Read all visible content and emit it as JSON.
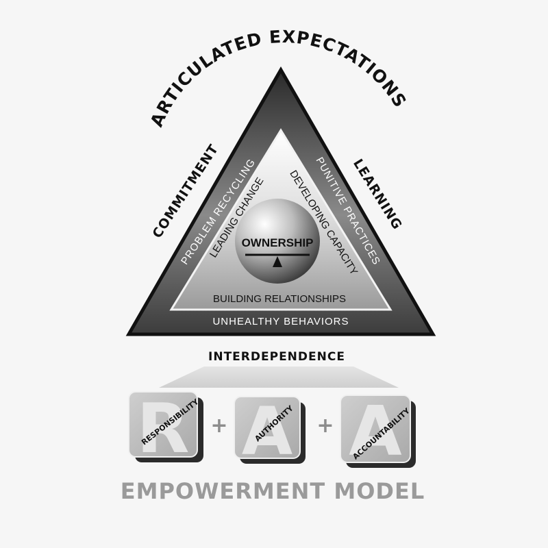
{
  "diagram": {
    "top_arc_label": "ARTICULATED EXPECTATIONS",
    "left_side_label": "COMMITMENT",
    "right_side_label": "LEARNING",
    "outer_band": {
      "left": "PROBLEM RECYCLING",
      "right": "PUNITIVE PRACTICES",
      "bottom": "UNHEALTHY BEHAVIORS"
    },
    "inner_band": {
      "left": "LEADING CHANGE",
      "right": "DEVELOPING CAPACITY",
      "bottom": "BUILDING RELATIONSHIPS"
    },
    "center_label": "OWNERSHIP",
    "interdependence_label": "INTERDEPENDENCE",
    "blocks": [
      {
        "letter": "R",
        "label": "RESPONSIBILITY"
      },
      {
        "letter": "A",
        "label": "AUTHORITY"
      },
      {
        "letter": "A",
        "label": "ACCOUNTABILITY"
      }
    ],
    "plus_sign": "+",
    "footer_title": "EMPOWERMENT MODEL"
  }
}
